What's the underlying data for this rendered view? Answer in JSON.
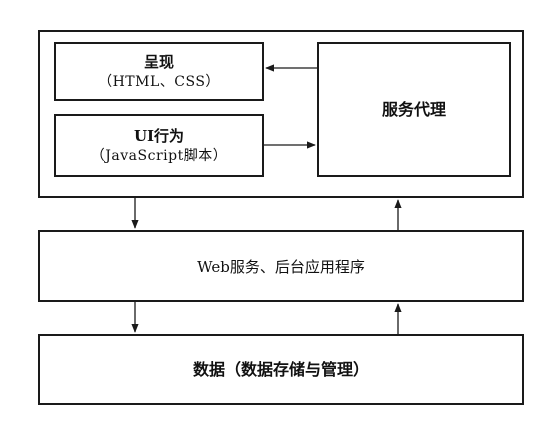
{
  "diagram": {
    "presentation": {
      "title": "呈现",
      "subtitle": "（HTML、CSS）"
    },
    "ui_behavior": {
      "title": "UI行为",
      "subtitle": "（JavaScript脚本）"
    },
    "service_proxy": {
      "title": "服务代理"
    },
    "web_services": {
      "title": "Web服务、后台应用程序"
    },
    "data_layer": {
      "title": "数据（数据存储与管理）"
    },
    "colors": {
      "stroke": "#1a1a1a",
      "background": "#ffffff"
    }
  }
}
